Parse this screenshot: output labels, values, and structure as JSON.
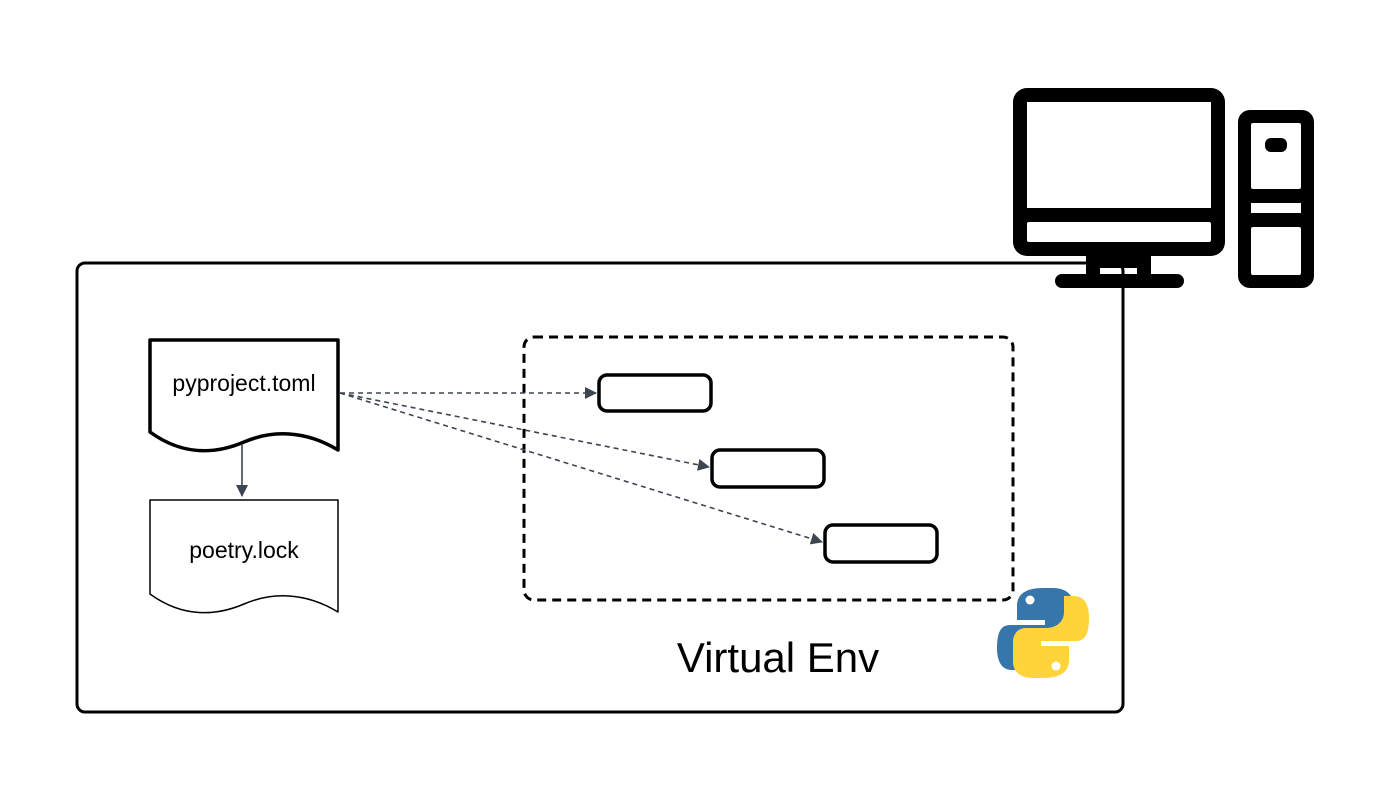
{
  "diagram": {
    "config_file": {
      "label": "pyproject.toml"
    },
    "lock_file": {
      "label": "poetry.lock"
    },
    "environment": {
      "label": "Virtual Env"
    },
    "packages": [
      {
        "label": ""
      },
      {
        "label": ""
      },
      {
        "label": ""
      }
    ],
    "icons": {
      "computer": "desktop-computer-icon",
      "python": "python-logo-icon"
    },
    "colors": {
      "stroke": "#000000",
      "arrow": "#3d4550",
      "python_blue": "#3776ab",
      "python_yellow": "#ffd43b"
    }
  }
}
